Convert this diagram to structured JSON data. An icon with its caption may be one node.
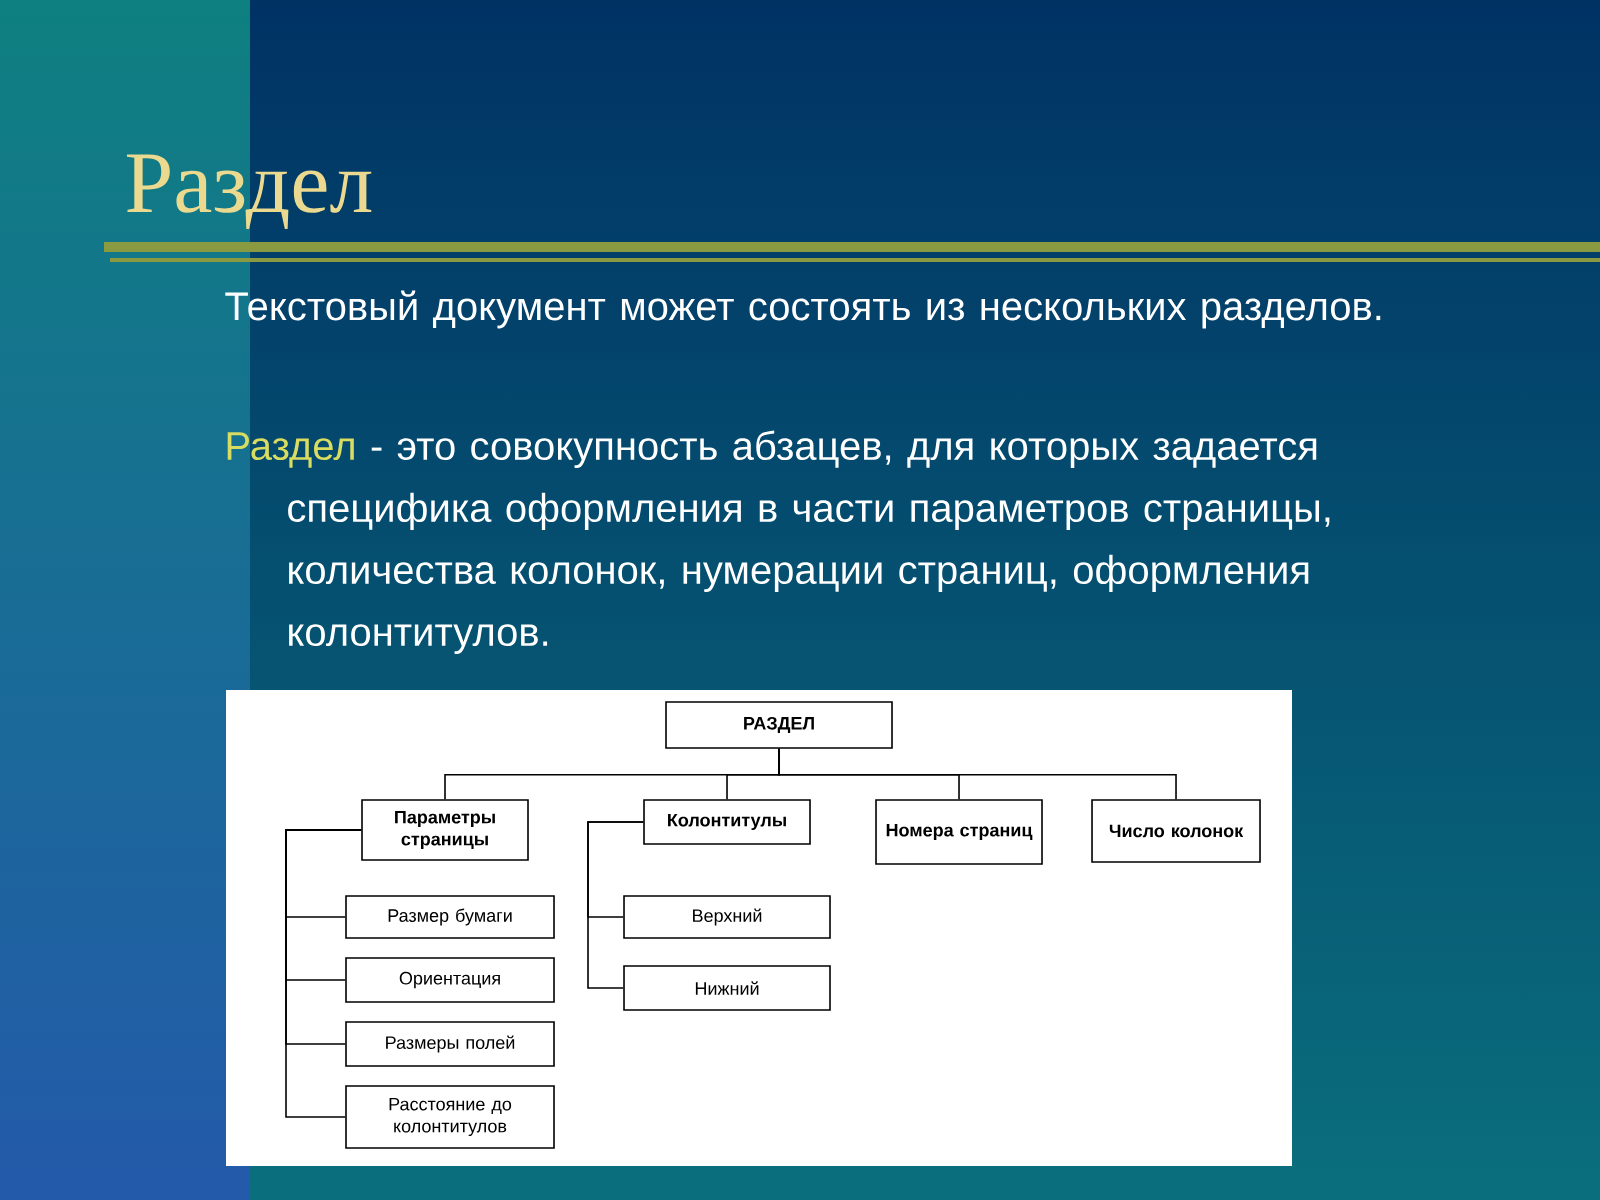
{
  "diagram": {
    "title": "Раздел",
    "nodes": [
      {
        "text": [
          "РАЗДЕЛ"
        ]
      },
      {
        "text": [
          "Параметры страницы"
        ]
      },
      {
        "text": [
          "Колонтитулы"
        ]
      },
      {
        "text": [
          "Номера страниц"
        ]
      },
      {
        "text": [
          "Число колонок"
        ]
      },
      {
        "text": [
          "Размер бумаги"
        ]
      },
      {
        "text": [
          "Ориентация"
        ]
      },
      {
        "text": [
          "Размеры полей"
        ]
      },
      {
        "text": [
          "Расстояние до колонтитулов"
        ]
      },
      {
        "text": [
          "Верхний"
        ]
      },
      {
        "text": [
          "Нижний"
        ]
      }
    ],
    "edges": [
      {
        "from": 0,
        "to": 1,
        "arrow": "none"
      },
      {
        "from": 0,
        "to": 2,
        "arrow": "none"
      },
      {
        "from": 0,
        "to": 3,
        "arrow": "none"
      },
      {
        "from": 0,
        "to": 4,
        "arrow": "none"
      },
      {
        "from": 1,
        "to": 5,
        "arrow": "none"
      },
      {
        "from": 1,
        "to": 6,
        "arrow": "none"
      },
      {
        "from": 1,
        "to": 7,
        "arrow": "none"
      },
      {
        "from": 1,
        "to": 8,
        "arrow": "none"
      },
      {
        "from": 2,
        "to": 9,
        "arrow": "none"
      },
      {
        "from": 2,
        "to": 10,
        "arrow": "none"
      }
    ],
    "labels": [
      "Текстовый документ может состоять из нескольких разделов.",
      "Раздел",
      "- это совокупность абзацев, для которых задается специфика оформления в части параметров страницы, количества колонок, нумерации страниц, оформления колонтитулов."
    ]
  }
}
